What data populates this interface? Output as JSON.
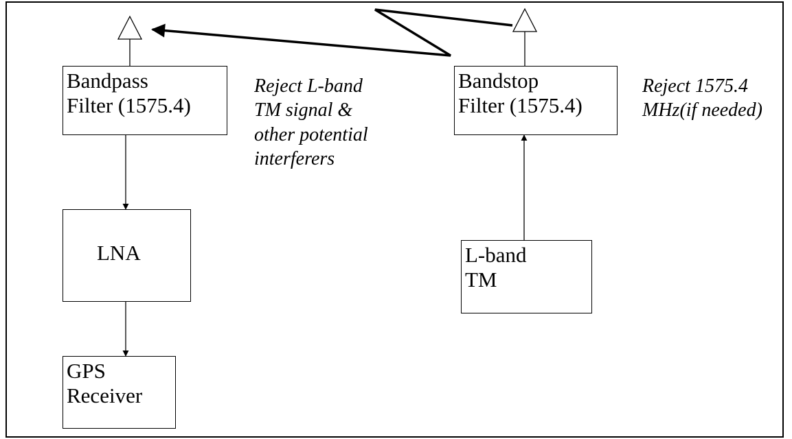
{
  "blocks": {
    "bandpass": "Bandpass\nFilter (1575.4)",
    "lna": "LNA",
    "gps": "GPS\nReceiver",
    "bandstop": "Bandstop\nFilter (1575.4)",
    "lband": "L-band\nTM"
  },
  "notes": {
    "bandpass": "Reject L-band\nTM signal &\nother potential\ninterferers",
    "bandstop": "Reject 1575.4\nMHz(if needed)"
  },
  "icons": {
    "antenna": "antenna-icon",
    "arrow": "arrowhead"
  },
  "colors": {
    "line": "#000000",
    "background": "#ffffff"
  }
}
